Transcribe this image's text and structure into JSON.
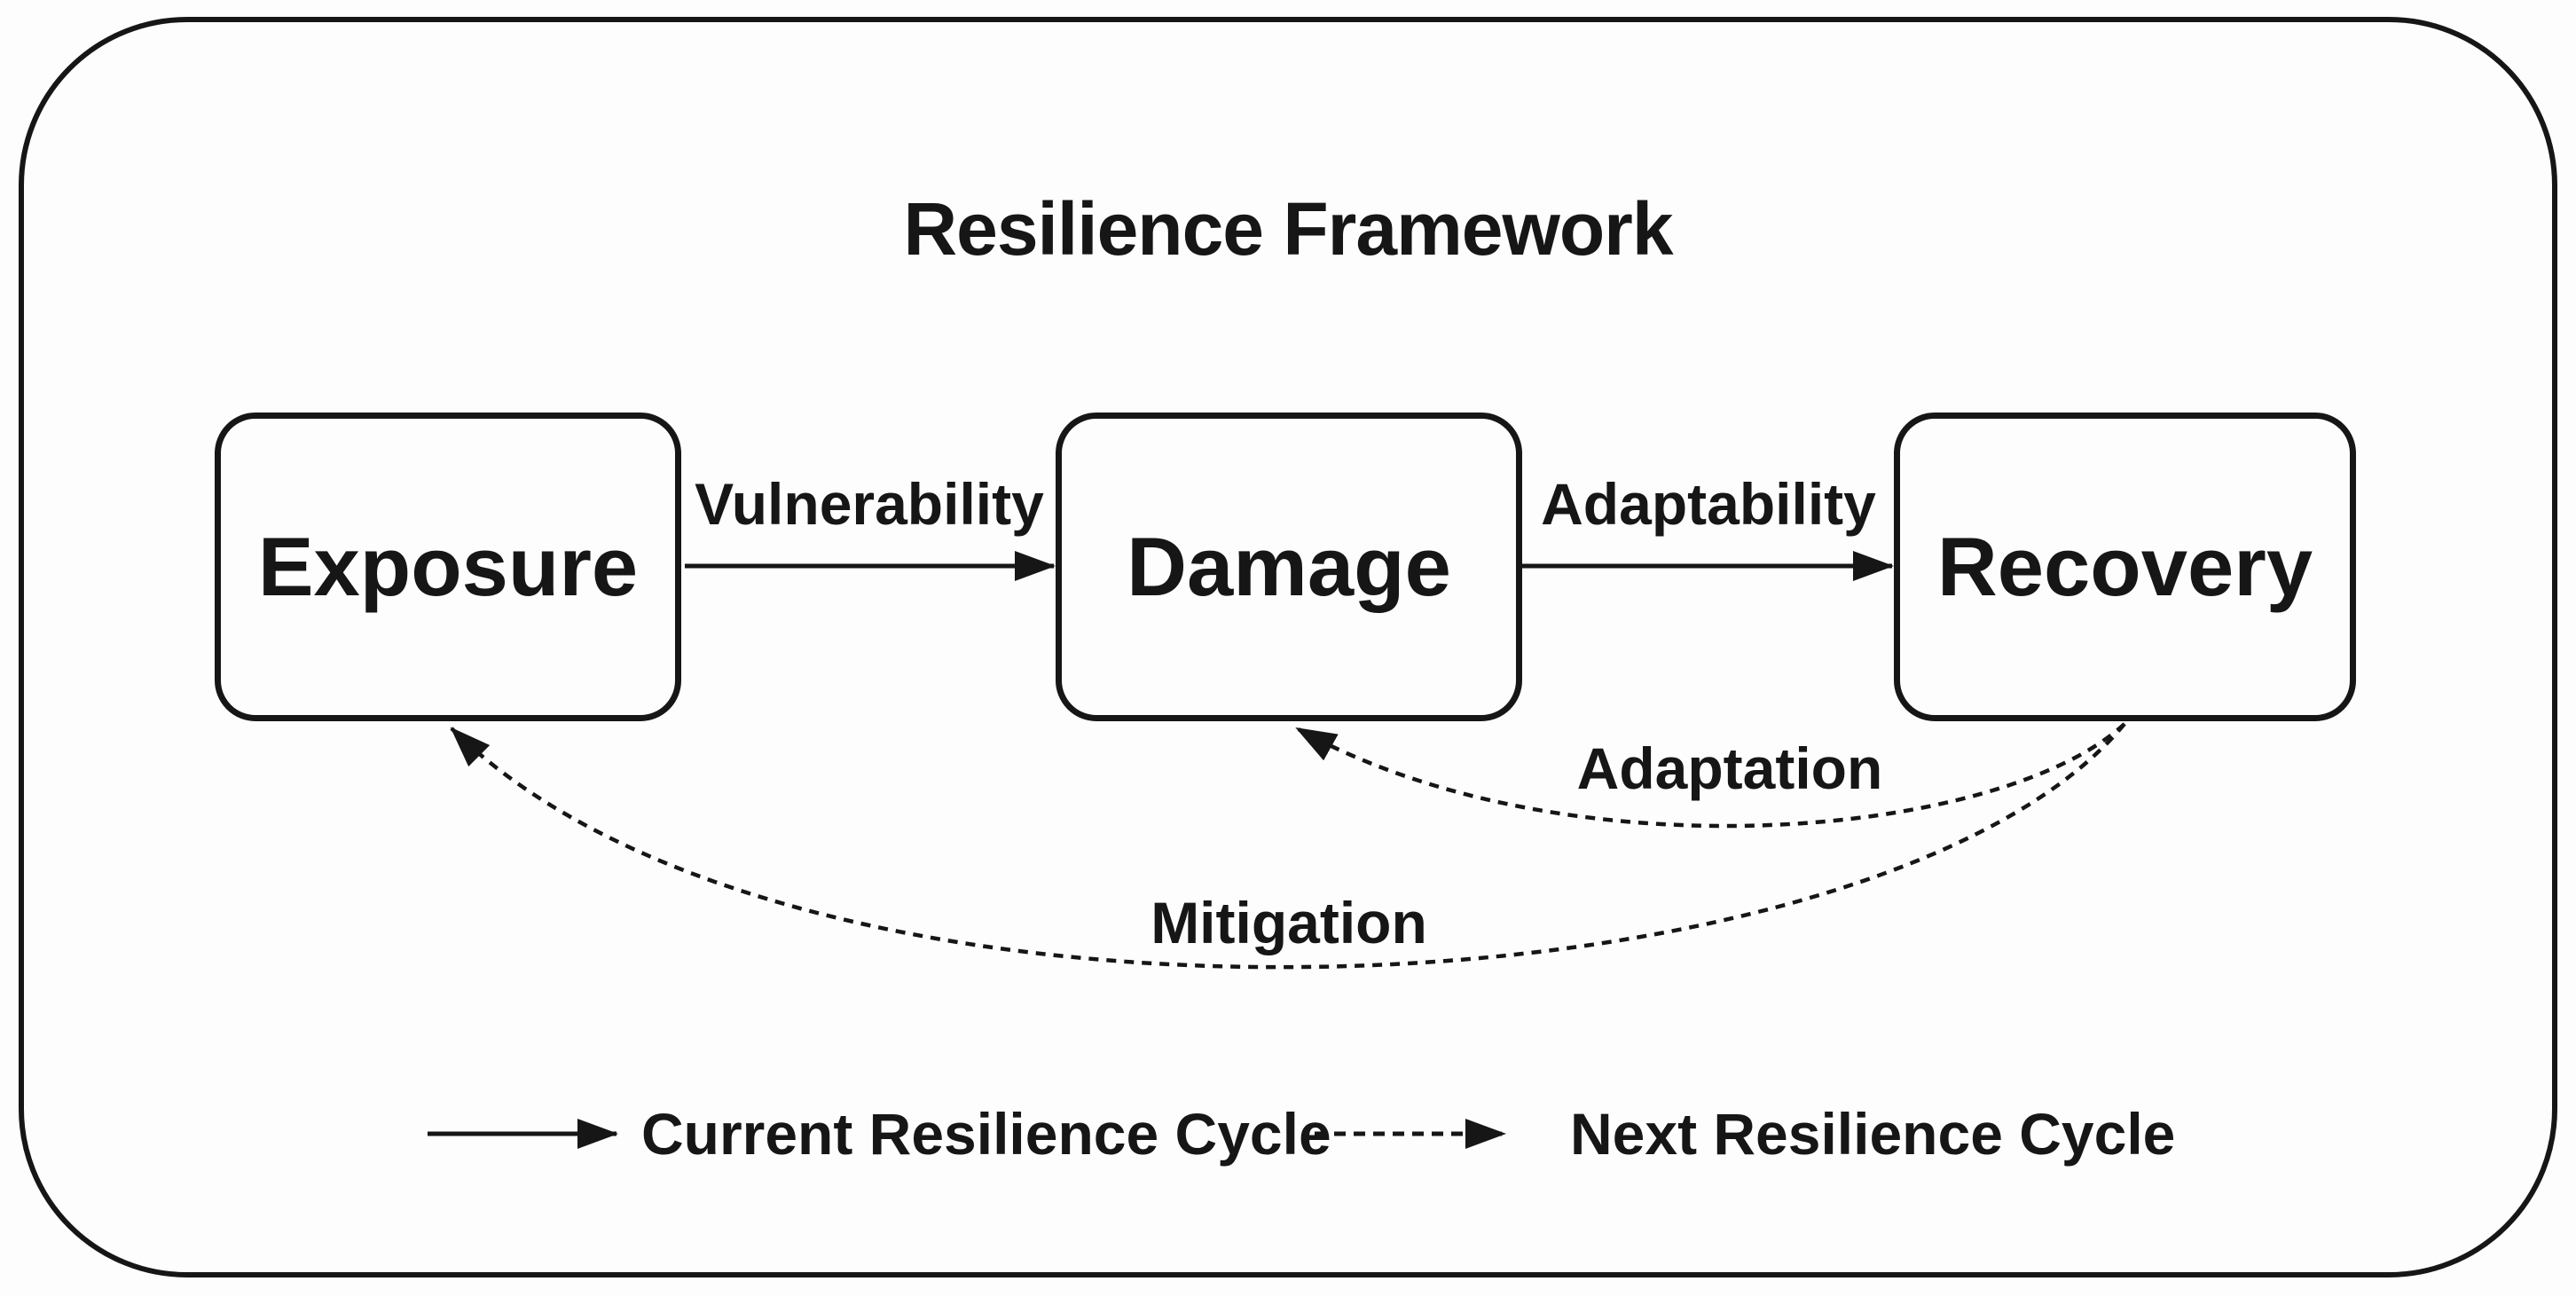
{
  "diagram": {
    "title": "Resilience Framework",
    "nodes": [
      {
        "id": "exposure",
        "label": "Exposure"
      },
      {
        "id": "damage",
        "label": "Damage"
      },
      {
        "id": "recovery",
        "label": "Recovery"
      }
    ],
    "edges": [
      {
        "from": "Exposure",
        "to": "Damage",
        "label": "Vulnerability",
        "style": "solid"
      },
      {
        "from": "Damage",
        "to": "Recovery",
        "label": "Adaptability",
        "style": "solid"
      },
      {
        "from": "Recovery",
        "to": "Damage",
        "label": "Adaptation",
        "style": "dashed"
      },
      {
        "from": "Recovery",
        "to": "Exposure",
        "label": "Mitigation",
        "style": "dashed"
      }
    ],
    "legend": {
      "items": [
        {
          "label": "Current Resilience Cycle",
          "style": "solid"
        },
        {
          "label": "Next Resilience Cycle",
          "style": "dashed"
        }
      ]
    },
    "colors": {
      "ink": "#161616",
      "background": "#fdfdfd"
    }
  }
}
